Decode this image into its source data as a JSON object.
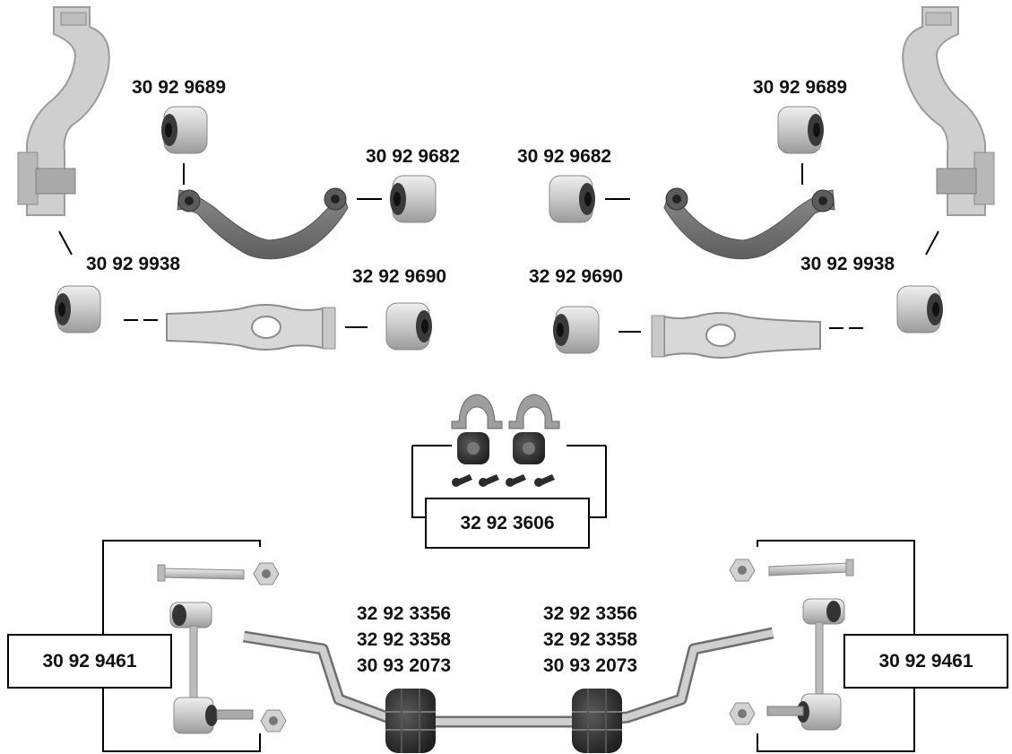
{
  "part_labels": {
    "upper_bushing_left": "30 92 9689",
    "upper_bushing_right": "30 92 9689",
    "control_arm_bushing_left": "30 92 9682",
    "control_arm_bushing_right": "30 92 9682",
    "large_bushing_left": "30 92 9938",
    "large_bushing_right": "30 92 9938",
    "trailing_bushing_left": "32 92 9690",
    "trailing_bushing_right": "32 92 9690"
  },
  "stabilizer_kit": {
    "number": "32 92 3606"
  },
  "sway_bar_bushings_left": [
    "32 92 3356",
    "32 92 3358",
    "30 93 2073"
  ],
  "sway_bar_bushings_right": [
    "32 92 3356",
    "32 92 3358",
    "30 93 2073"
  ],
  "end_links": {
    "left": "30 92 9461",
    "right": "30 92 9461"
  },
  "colors": {
    "part_light": "#d9d9d9",
    "part_mid": "#a6a6a6",
    "part_dark": "#6e6e6e",
    "rubber": "#333333",
    "line": "#000000"
  }
}
